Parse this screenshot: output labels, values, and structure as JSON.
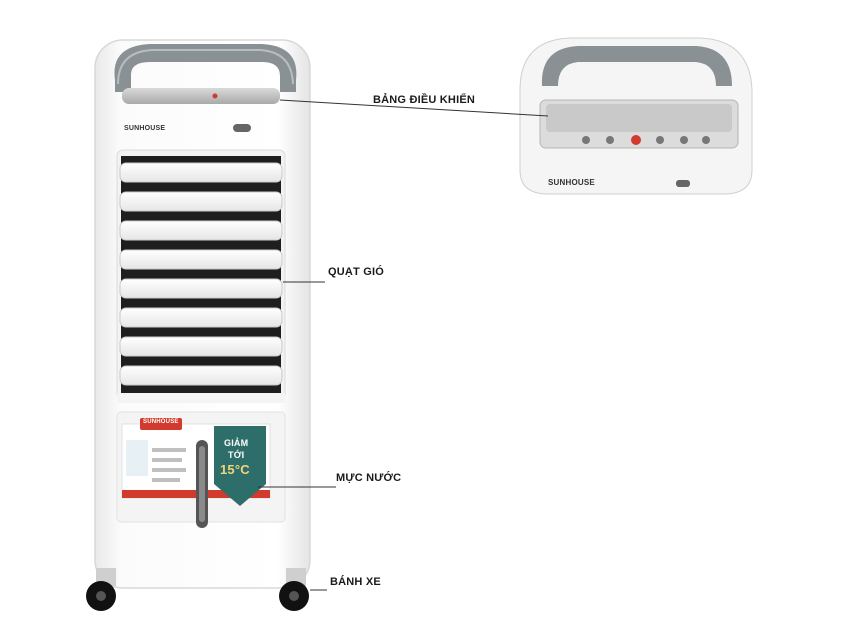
{
  "product": {
    "brand": "SUNHOUSE",
    "badge": {
      "line1": "GIẢM",
      "line2": "TỚI",
      "line3": "15°C"
    }
  },
  "callouts": {
    "control_panel": "BẢNG ĐIỀU KHIỂN",
    "fan": "QUẠT GIÓ",
    "water_level": "MỰC NƯỚC",
    "wheels": "BÁNH XE"
  },
  "colors": {
    "body": "#f7f7f7",
    "handle": "#8a9194",
    "badge": "#2e6e6a",
    "sticker_red": "#d23a2d"
  }
}
